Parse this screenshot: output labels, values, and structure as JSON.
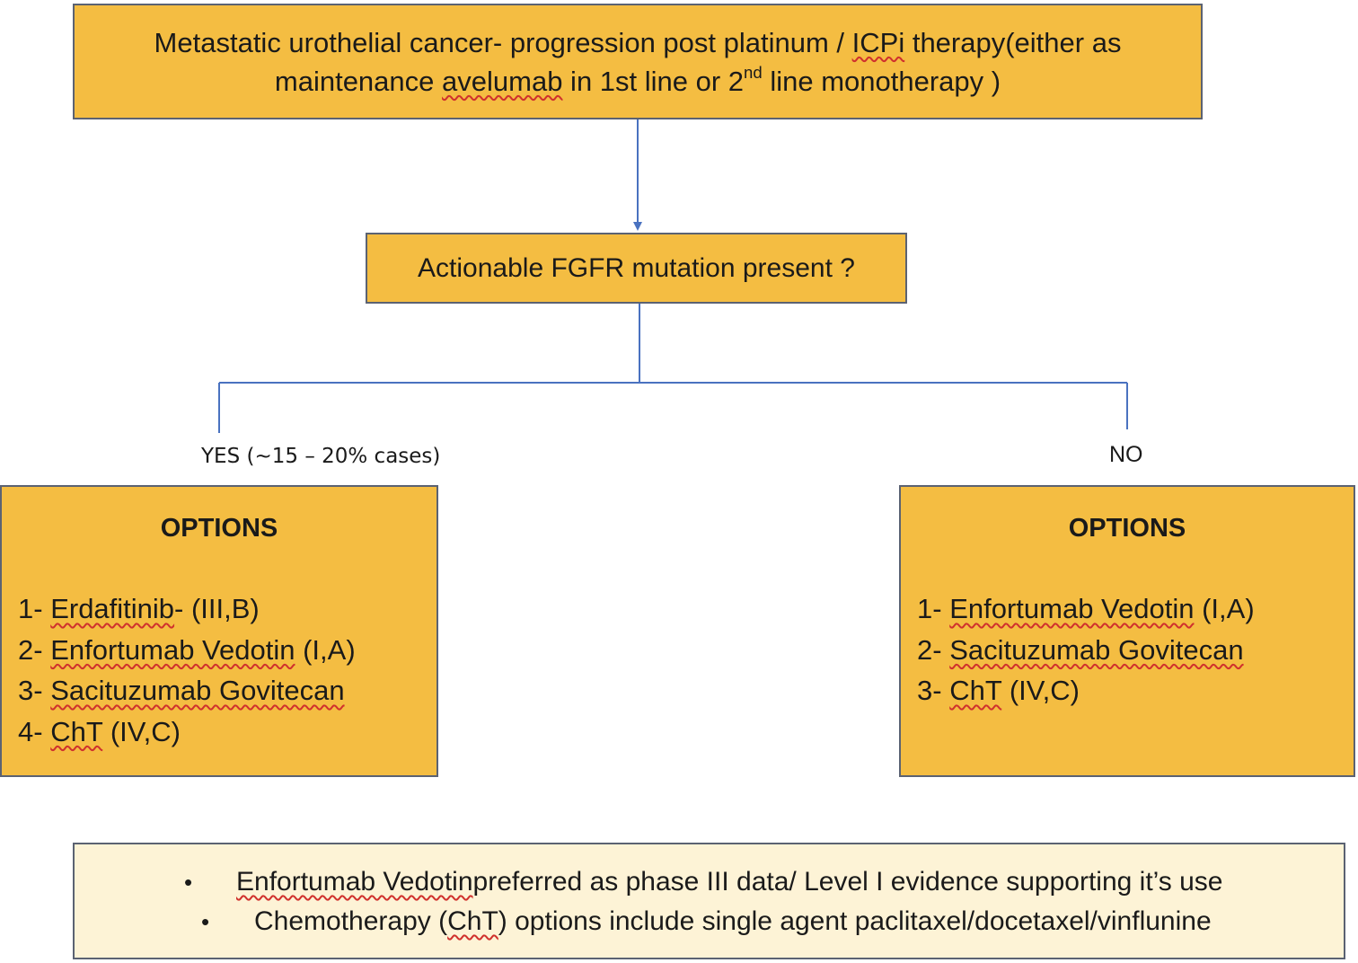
{
  "start": {
    "line1_a": "Metastatic urothelial cancer- progression post platinum / ",
    "line1_b": "ICPi",
    "line1_c": " therapy(either as",
    "line2_a": "maintenance ",
    "line2_b": "avelumab",
    "line2_c": " in 1st line or 2",
    "line2_sup": "nd",
    "line2_d": " line monotherapy )"
  },
  "question": {
    "text": "Actionable FGFR mutation present ?"
  },
  "branches": {
    "yes_label": "YES (~15 – 20% cases)",
    "no_label": "NO"
  },
  "yes_options": {
    "title": "OPTIONS",
    "items": [
      {
        "num": "1- ",
        "name": "Erdafitinib",
        "rest": "- (III,B)"
      },
      {
        "num": "2- ",
        "name": "Enfortumab Vedotin",
        "rest": " (I,A)"
      },
      {
        "num": "3- ",
        "name": "Sacituzumab Govitecan",
        "rest": " "
      },
      {
        "num": "4- ",
        "name": "ChT",
        "rest": " (IV,C)"
      }
    ]
  },
  "no_options": {
    "title": "OPTIONS",
    "items": [
      {
        "num": "1- ",
        "name": "Enfortumab Vedotin",
        "rest": " (I,A)"
      },
      {
        "num": "2- ",
        "name": "Sacituzumab Govitecan",
        "rest": ""
      },
      {
        "num": "3- ",
        "name": "ChT",
        "rest": " (IV,C)"
      }
    ]
  },
  "notes": {
    "bullet": "•",
    "note1_a": "Enfortumab Vedotin",
    "note1_b": " preferred as phase III data/ Level I evidence supporting it’s use",
    "note2_a": "Chemotherapy (",
    "note2_b": "ChT",
    "note2_c": ") options include single agent paclitaxel/docetaxel/vinflunine"
  },
  "colors": {
    "box_fill": "#f4bd42",
    "note_fill": "#fdf3d6",
    "border": "#5b6272",
    "connector": "#4a72c0",
    "spell_underline": "#d0312d"
  }
}
